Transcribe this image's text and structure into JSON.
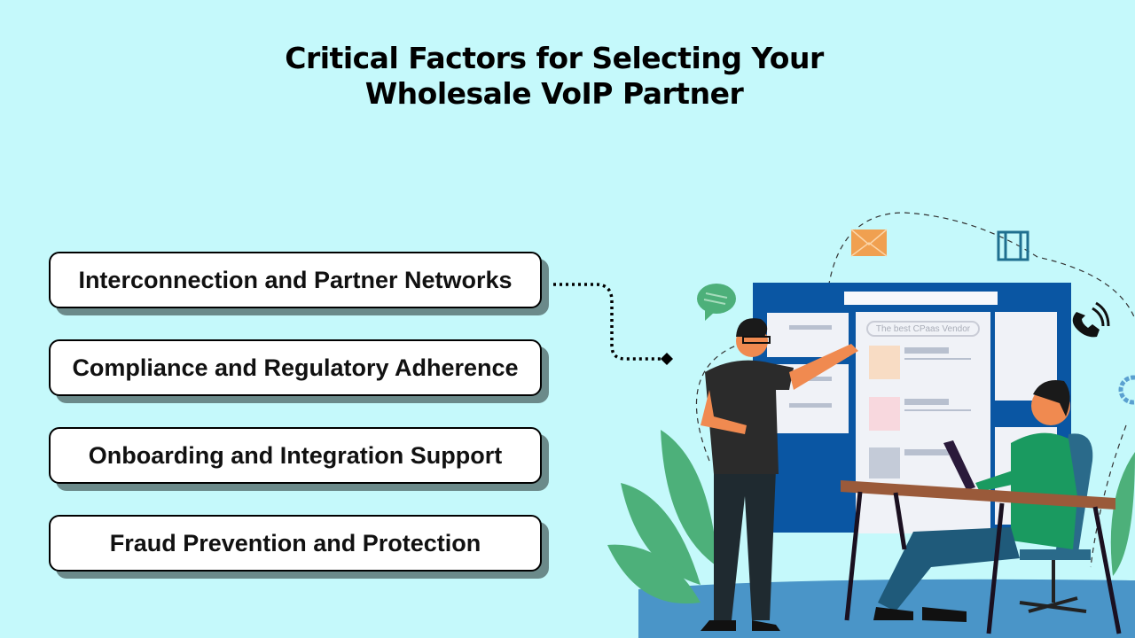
{
  "title": {
    "line1": "Critical Factors for Selecting Your",
    "line2": "Wholesale VoIP Partner"
  },
  "factors": [
    {
      "label": "Interconnection and Partner Networks"
    },
    {
      "label": "Compliance and Regulatory Adherence"
    },
    {
      "label": "Onboarding and Integration Support"
    },
    {
      "label": "Fraud Prevention and Protection"
    }
  ],
  "illustration": {
    "board_label": "The best CPaas Vendor",
    "icons": [
      "envelope-icon",
      "film-icon",
      "phone-icon",
      "chat-bubble-icon",
      "gear-icon"
    ]
  },
  "colors": {
    "background": "#c5f9fb",
    "board": "#0a56a3",
    "leaf": "#4db07a",
    "envelope": "#f0a050",
    "floor": "#4a95c8"
  }
}
